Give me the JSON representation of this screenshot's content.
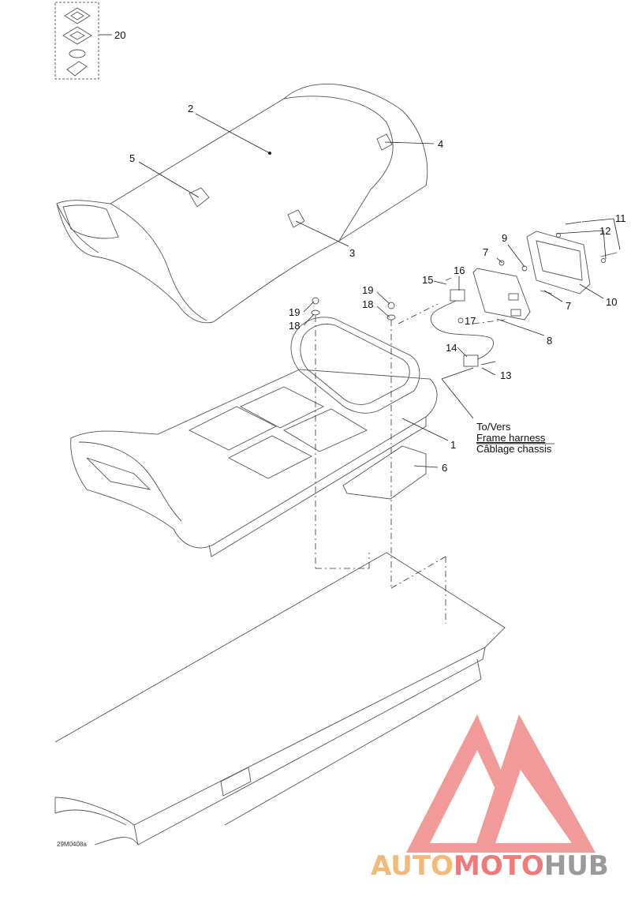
{
  "callouts": {
    "c1": "1",
    "c2": "2",
    "c3": "3",
    "c4": "4",
    "c5": "5",
    "c6": "6",
    "c7a": "7",
    "c7b": "7",
    "c8": "8",
    "c9": "9",
    "c10": "10",
    "c11": "11",
    "c12": "12",
    "c13": "13",
    "c14": "14",
    "c15": "15",
    "c16": "16",
    "c17": "17",
    "c18a": "18",
    "c18b": "18",
    "c19a": "19",
    "c19b": "19",
    "c20": "20"
  },
  "note": {
    "line1": "To/Vers",
    "line2": "Frame harness",
    "line3": "Câblage chassis"
  },
  "drawing_code": "29M0408a",
  "watermark": {
    "part1": "AUTO",
    "part2": "MOTO",
    "part3": "HUB",
    "color_orange": "#f5b977",
    "color_red": "#f07a7a",
    "color_gray": "#9a9a9a"
  }
}
